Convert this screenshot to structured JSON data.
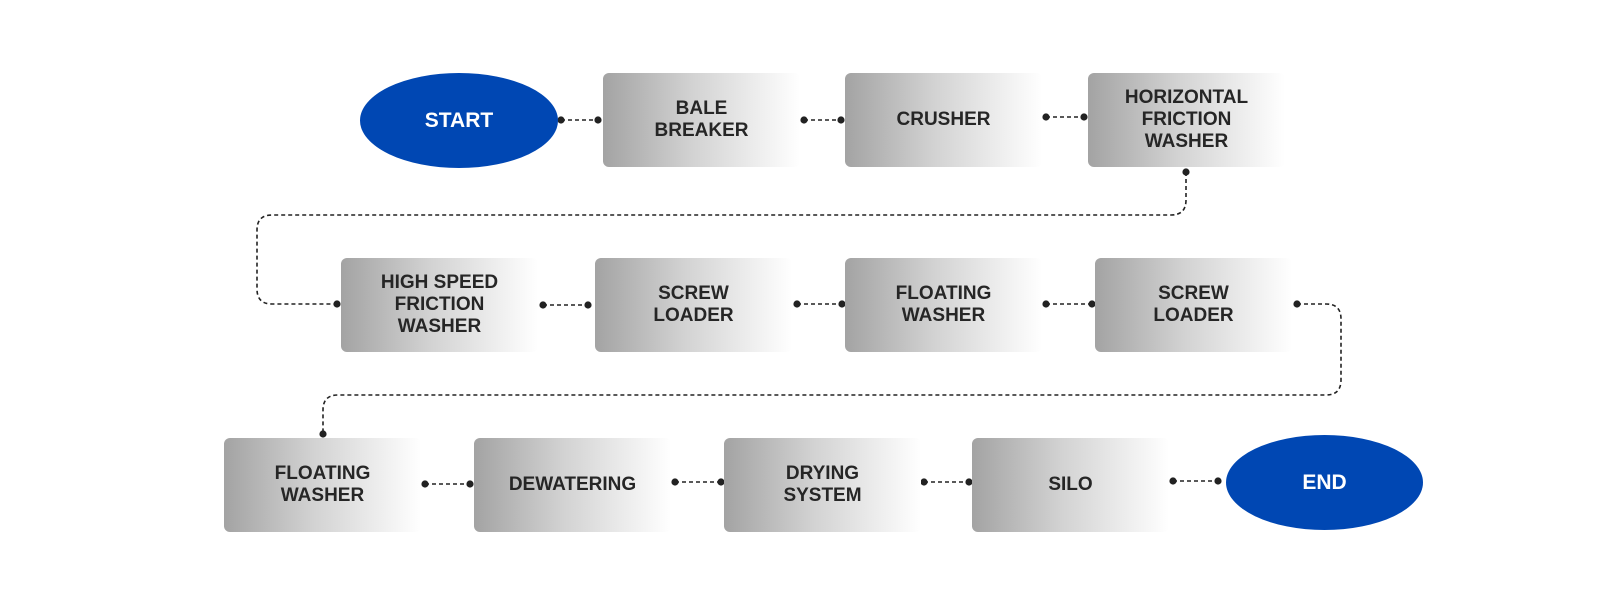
{
  "diagram": {
    "start_label": "START",
    "end_label": "END",
    "steps": [
      "BALE\nBREAKER",
      "CRUSHER",
      "HORIZONTAL\nFRICTION\nWASHER",
      "HIGH SPEED\nFRICTION\nWASHER",
      "SCREW\nLOADER",
      "FLOATING\nWASHER",
      "SCREW\nLOADER",
      "FLOATING\nWASHER",
      "DEWATERING",
      "DRYING\nSYSTEM",
      "SILO"
    ],
    "colors": {
      "terminal": "#0047b3",
      "terminal_text": "#ffffff",
      "step_text": "#262626",
      "connector": "#222222"
    }
  }
}
